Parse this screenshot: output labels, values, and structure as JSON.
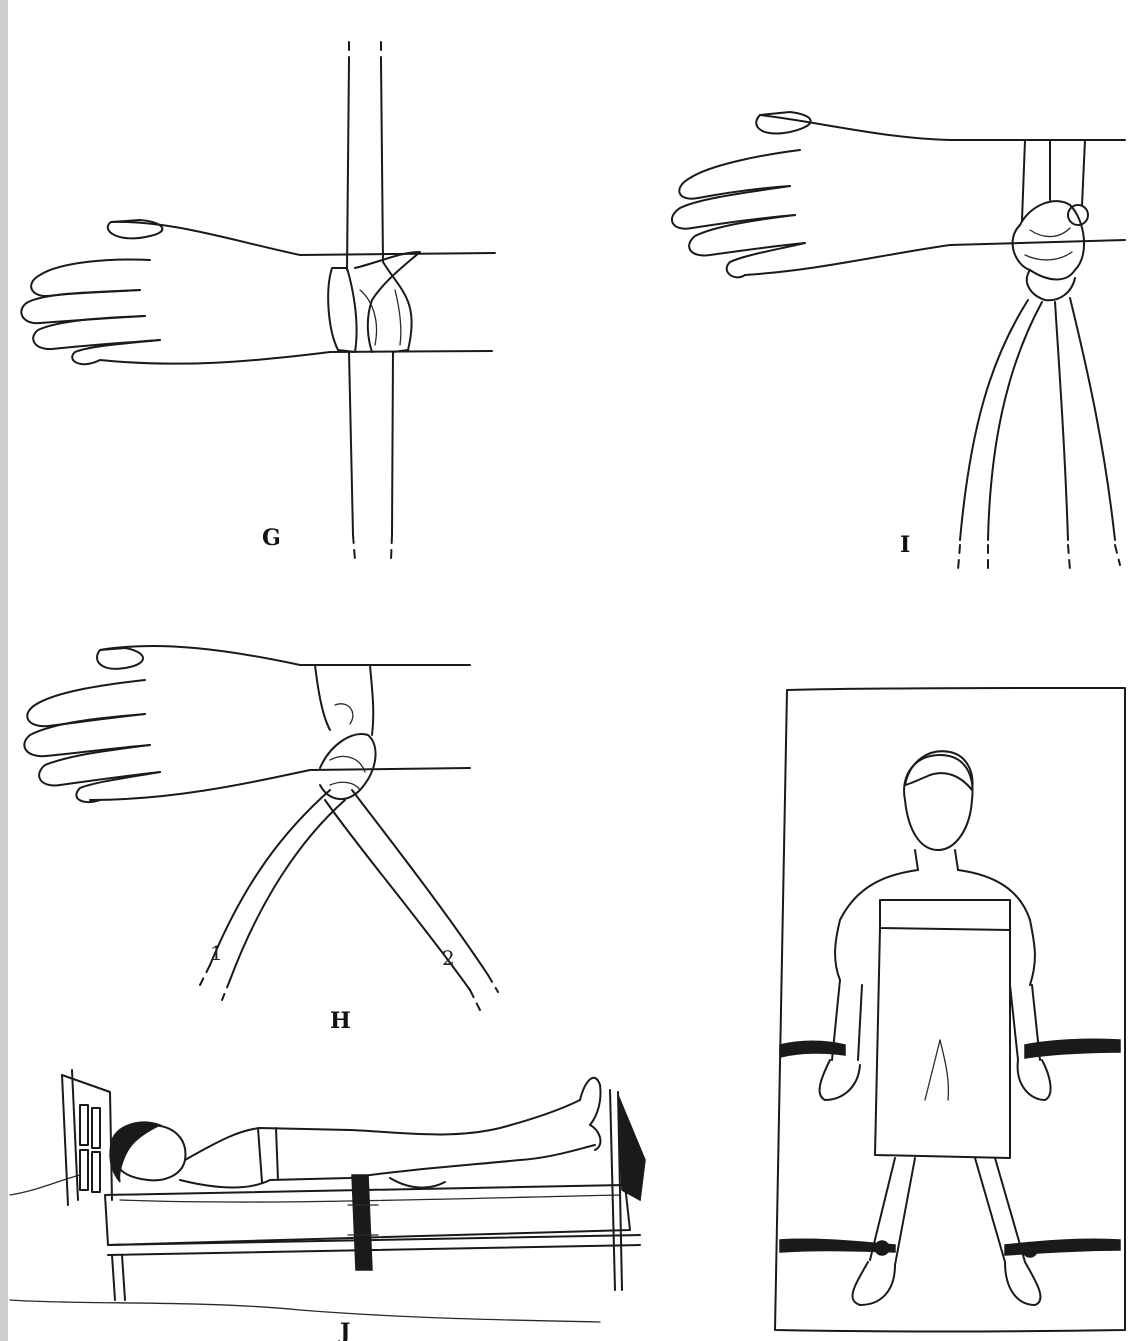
{
  "panels": {
    "g": {
      "label": "G"
    },
    "i": {
      "label": "I"
    },
    "h": {
      "label": "H",
      "strap_1": "1",
      "strap_2": "2"
    },
    "j": {
      "label": "J"
    }
  }
}
